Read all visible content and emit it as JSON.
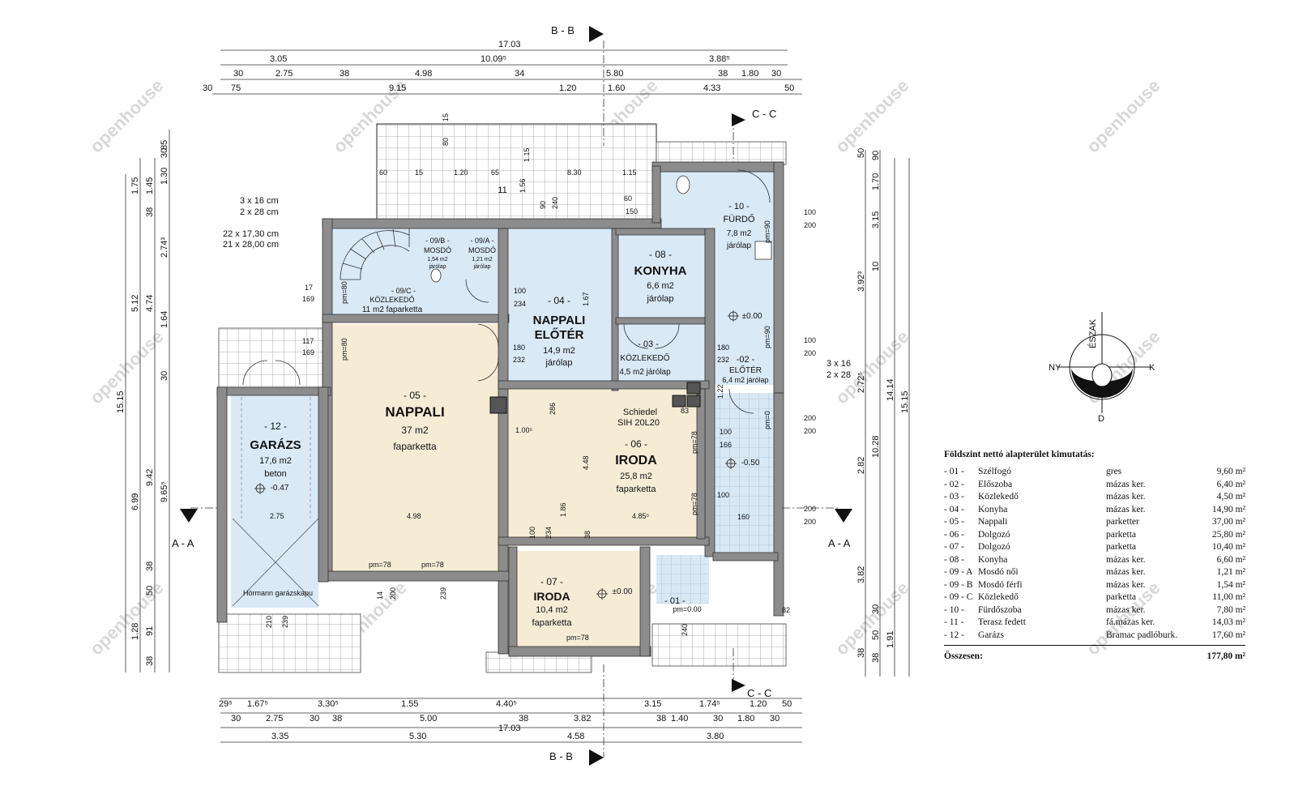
{
  "dims_top": {
    "row1": [
      "17.03"
    ],
    "row2": [
      "3.05",
      "10.09⁵",
      "3.88⁵"
    ],
    "row3": [
      "30",
      "2.75",
      "38",
      "4.98",
      "34",
      "5.80",
      "38",
      "1.80",
      "30"
    ],
    "row4": [
      "30",
      "75",
      "9.15",
      "1.20",
      "1.60",
      "4.33",
      "50"
    ]
  },
  "dims_bottom": {
    "row1": [
      "29⁵",
      "1.67⁵",
      "3.30⁵",
      "1.55",
      "4.40⁵",
      "3.15",
      "1.74⁵",
      "1.20",
      "50"
    ],
    "row2": [
      "30",
      "2.75",
      "30",
      "38",
      "5.00",
      "38",
      "3.82",
      "38",
      "1.40",
      "30",
      "1.80",
      "30"
    ],
    "row3": [
      "17.03"
    ],
    "row4": [
      "3.35",
      "5.30",
      "4.58",
      "3.80"
    ]
  },
  "dims_left": {
    "outer": [
      "15.15"
    ],
    "second": [
      "1.75",
      "5.12",
      "6.99",
      "1.28"
    ],
    "third": [
      "1.45",
      "38",
      "4.74",
      "9.42",
      "38",
      "91"
    ],
    "fourth": [
      "30",
      "1.30",
      "2.74³",
      "1.64",
      "30",
      "9.65⁵",
      "50",
      "38"
    ],
    "fifth": [
      "85"
    ]
  },
  "dims_right": {
    "outer": [
      "15.15"
    ],
    "second": [
      "14.14"
    ],
    "third": [
      "1.70",
      "3.15",
      "10",
      "3.92³",
      "2.72⁵",
      "10.28",
      "2.82",
      "3.82",
      "30",
      "50",
      "1.91"
    ],
    "fourth": [
      "50",
      "90",
      "38",
      "38"
    ]
  },
  "sections": {
    "bb_top": "B - B",
    "bb_bottom": "B - B",
    "cc_top": "C - C",
    "cc_bottom": "C - C",
    "aa_left": "A - A",
    "aa_right": "A - A"
  },
  "stairs": {
    "a1": "3 x 16 cm",
    "a2": "2 x 28 cm",
    "b1": "22 x 17,30 cm",
    "b2": "21 x 28,00 cm",
    "c1": "3 x 16",
    "c2": "2 x 28"
  },
  "rooms": [
    {
      "id": "r09b",
      "num": "- 09/B -",
      "name": "MOSDÓ",
      "area": "1,54 m2",
      "floor": "járólap"
    },
    {
      "id": "r09a",
      "num": "- 09/A -",
      "name": "MOSDÓ",
      "area": "1,21 m2",
      "floor": "járólap"
    },
    {
      "id": "r09c",
      "num": "- 09/C -",
      "name": "KÖZLEKEDŐ",
      "area": "11 m2 faparketta",
      "floor": ""
    },
    {
      "id": "r04",
      "num": "- 04 -",
      "name": "NAPPALI",
      "name2": "ELŐTÉR",
      "area": "14,9 m2",
      "floor": "járólap"
    },
    {
      "id": "r08",
      "num": "- 08 -",
      "name": "KONYHA",
      "area": "6,6 m2",
      "floor": "járólap"
    },
    {
      "id": "r10",
      "num": "- 10 -",
      "name": "FÜRDŐ",
      "area": "7,8 m2",
      "floor": "járólap"
    },
    {
      "id": "r03",
      "num": "- 03 -",
      "name": "KÖZLEKEDŐ",
      "area": "4,5 m2 járólap",
      "floor": ""
    },
    {
      "id": "r02",
      "num": "-02 -",
      "name": "ELŐTÉR",
      "area": "6,4 m2 járólap",
      "floor": ""
    },
    {
      "id": "r05",
      "num": "- 05 -",
      "name": "NAPPALI",
      "area": "37 m2",
      "floor": "faparketta"
    },
    {
      "id": "r06",
      "num": "- 06 -",
      "name": "IRODA",
      "area": "25,8 m2",
      "floor": "faparketta"
    },
    {
      "id": "r12",
      "num": "- 12 -",
      "name": "GARÁZS",
      "area": "17,6 m2",
      "floor": "beton"
    },
    {
      "id": "r07",
      "num": "- 07 -",
      "name": "IRODA",
      "area": "10,4 m2",
      "floor": "faparketta"
    },
    {
      "id": "r01",
      "num": "- 01 -",
      "name": "",
      "area": "",
      "floor": ""
    }
  ],
  "labels": {
    "schiedel1": "Schiedel",
    "schiedel2": "SIH 20L20",
    "hormann": "Hörmann garázskapu",
    "terrace": "11",
    "lvl_000a": "±0.00",
    "lvl_000b": "±0.00",
    "lvl_050": "-0.50",
    "lvl_047": "-0.47",
    "lvl_01": "pm=0.00"
  },
  "inner_dims": [
    "60",
    "15",
    "1.20",
    "65",
    "8.30",
    "1.15",
    "60",
    "150",
    "15",
    "80",
    "1.56",
    "1.15",
    "90",
    "240",
    "17",
    "169",
    "117",
    "169",
    "100",
    "234",
    "180",
    "232",
    "1.67",
    "180",
    "232",
    "1.00⁵",
    "286",
    "83",
    "100",
    "166",
    "100",
    "160",
    "2.75",
    "4.98",
    "4.85⁵",
    "4.48",
    "1.86",
    "38",
    "100",
    "234",
    "pm=78",
    "pm=78",
    "pm=78",
    "14",
    "200",
    "239",
    "210",
    "239",
    "100",
    "200",
    "100",
    "200",
    "200",
    "200",
    "200",
    "200",
    "1.22",
    "82",
    "240",
    "pm=80",
    "pm=80",
    "pm=90",
    "pm=90",
    "pm=78",
    "pm=78",
    "pm=0"
  ],
  "compass": {
    "n": "ÉSZAK",
    "w": "NY",
    "e": "K",
    "s": "D"
  },
  "watermark": "openhouse",
  "legend": {
    "title": "Földszint nettó alapterület kimutatás:",
    "rows": [
      {
        "code": "- 01 -",
        "name": "Szélfogó",
        "floor": "gres",
        "area": "9,60 m²"
      },
      {
        "code": "- 02 -",
        "name": "Előszoba",
        "floor": "mázas ker.",
        "area": "6,40 m²"
      },
      {
        "code": "- 03 -",
        "name": "Közlekedő",
        "floor": "mázas ker.",
        "area": "4,50 m²"
      },
      {
        "code": "- 04 -",
        "name": "Konyha",
        "floor": "mázas ker.",
        "area": "14,90 m²"
      },
      {
        "code": "- 05 -",
        "name": "Nappali",
        "floor": "parketter",
        "area": "37,00 m²"
      },
      {
        "code": "- 06 -",
        "name": "Dolgozó",
        "floor": "parketta",
        "area": "25,80 m²"
      },
      {
        "code": "- 07 -",
        "name": "Dolgozó",
        "floor": "parketta",
        "area": "10,40 m²"
      },
      {
        "code": "- 08 -",
        "name": "Konyha",
        "floor": "mázas ker.",
        "area": "6,60 m²"
      },
      {
        "code": "- 09 - A",
        "name": "Mosdó női",
        "floor": "mázas ker.",
        "area": "1,21 m²"
      },
      {
        "code": "- 09 - B",
        "name": "Mosdó férfi",
        "floor": "mázas ker.",
        "area": "1,54 m²"
      },
      {
        "code": "- 09 - C",
        "name": "Közlekedő",
        "floor": "parketta",
        "area": "11,00 m²"
      },
      {
        "code": "- 10 -",
        "name": "Fürdőszoba",
        "floor": "mázas ker.",
        "area": "7,80 m²"
      },
      {
        "code": "- 11 -",
        "name": "Terasz fedett",
        "floor": "fá.mázas ker.",
        "area": "14,03 m²"
      },
      {
        "code": "- 12 -",
        "name": "Garázs",
        "floor": "Bramac padlóburk.",
        "area": "17,60 m²"
      }
    ],
    "total_label": "Összesen:",
    "total_value": "177,80 m²"
  }
}
